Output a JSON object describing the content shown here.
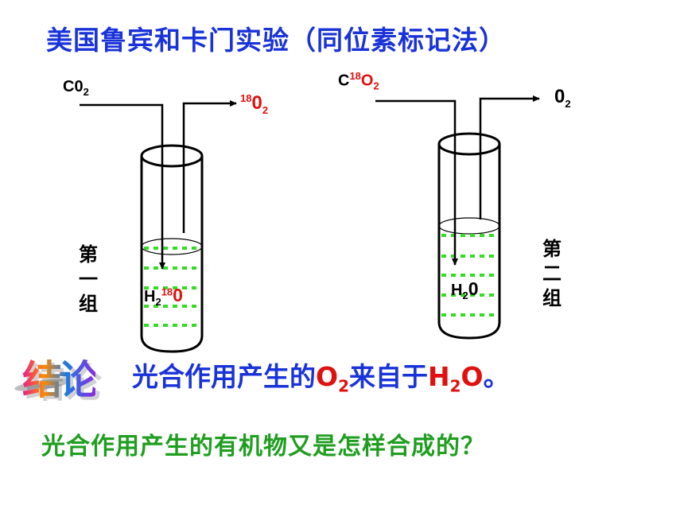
{
  "title": "美国鲁宾和卡门实验（同位素标记法）",
  "left_setup": {
    "input_label": "C0",
    "input_sub": "2",
    "output_sup": "18",
    "output_label": "0",
    "output_sub": "2",
    "liquid_label": "H",
    "liquid_sub": "2",
    "liquid_sup": "18",
    "liquid_end": "0",
    "group_chars": [
      "第",
      "一",
      "组"
    ]
  },
  "right_setup": {
    "input_c": "C",
    "input_sup": "18",
    "input_o": "O",
    "input_sub": "2",
    "output_label": "0",
    "output_sub": "2",
    "liquid_label": "H",
    "liquid_sub": "2",
    "liquid_end": "0",
    "group_chars": [
      "第",
      "二",
      "组"
    ]
  },
  "conclusion": {
    "badge": "结论",
    "text_before": "光合作用产生的",
    "o2_label": "O",
    "o2_sub": "2",
    "text_middle": "来自于",
    "h2o_h": "H",
    "h2o_sub": "2",
    "h2o_o": "O",
    "text_end": "。"
  },
  "question": "光合作用产生的有机物又是怎样合成的？",
  "colors": {
    "title": "#1a33d9",
    "highlight": "#e01010",
    "question": "#1f9e1f",
    "water_lines": "#33dd22"
  }
}
